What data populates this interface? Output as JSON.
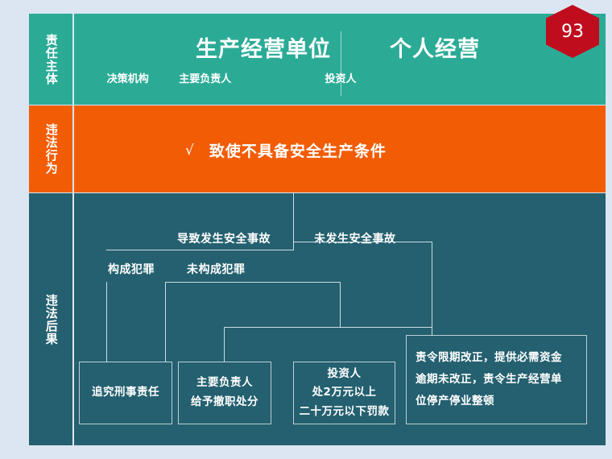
{
  "slide": {
    "page_number": "93",
    "background_color": "#dce6f2"
  },
  "rows": [
    {
      "key": "subject",
      "label": "责任主体",
      "color": "#2bab96"
    },
    {
      "key": "act",
      "label": "违法行为",
      "color": "#f25c05"
    },
    {
      "key": "result",
      "label": "违法后果",
      "color": "#24606f"
    }
  ],
  "subject_row": {
    "label": "责任主体",
    "groups": [
      {
        "title": "生产经营单位",
        "subs": [
          "决策机构",
          "主要负责人"
        ]
      },
      {
        "title": "个人经营",
        "subs": [
          "投资人"
        ]
      }
    ]
  },
  "act_row": {
    "label": "违法行为",
    "check_mark": "√",
    "text": "致使不具备安全生产条件"
  },
  "result_row": {
    "label": "违法后果",
    "branch_labels": {
      "accident": "导致发生安全事故",
      "no_accident": "未发生安全事故",
      "crime": "构成犯罪",
      "no_crime": "未构成犯罪"
    },
    "outcomes": [
      {
        "id": "criminal",
        "lines": [
          "追究刑事责任"
        ]
      },
      {
        "id": "principal",
        "lines": [
          "主要负责人",
          "给予撤职处分"
        ]
      },
      {
        "id": "investor",
        "lines": [
          "投资人",
          "处2万元以上",
          "二十万元以下罚款"
        ]
      },
      {
        "id": "rectify",
        "lines": [
          "责令限期改正，提供必需资金",
          "逾期未改正，责令生产经营单",
          "位停产停业整顿"
        ]
      }
    ]
  },
  "colors": {
    "teal": "#2bab96",
    "orange": "#f25c05",
    "dark_blue": "#24606f",
    "badge_red": "#c00d1e",
    "line": "#cfdde3",
    "text": "#ffffff"
  }
}
